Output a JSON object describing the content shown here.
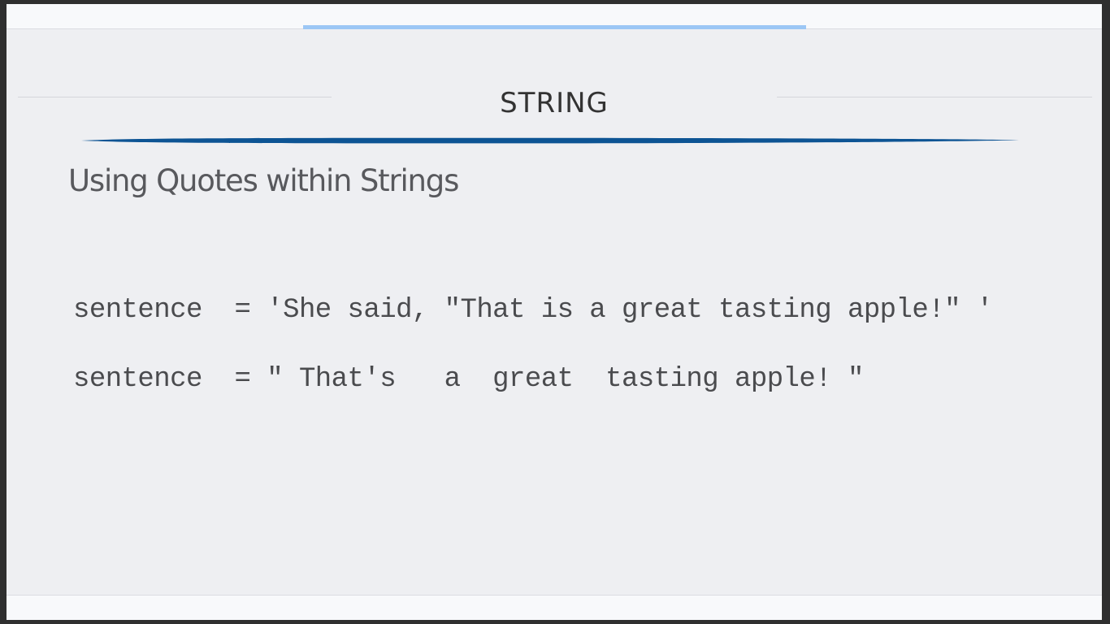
{
  "slide": {
    "title": "STRING",
    "subtitle": "Using Quotes within Strings",
    "progress": 0.46
  },
  "code": {
    "lines": [
      "sentence  = 'She said, \"That is a great tasting apple!\" '",
      "sentence  = \" That's   a  great  tasting apple! \""
    ]
  },
  "colors": {
    "background": "#eeeff2",
    "accent_stroke": "#0d5494",
    "progress": "#9cc7f5"
  }
}
